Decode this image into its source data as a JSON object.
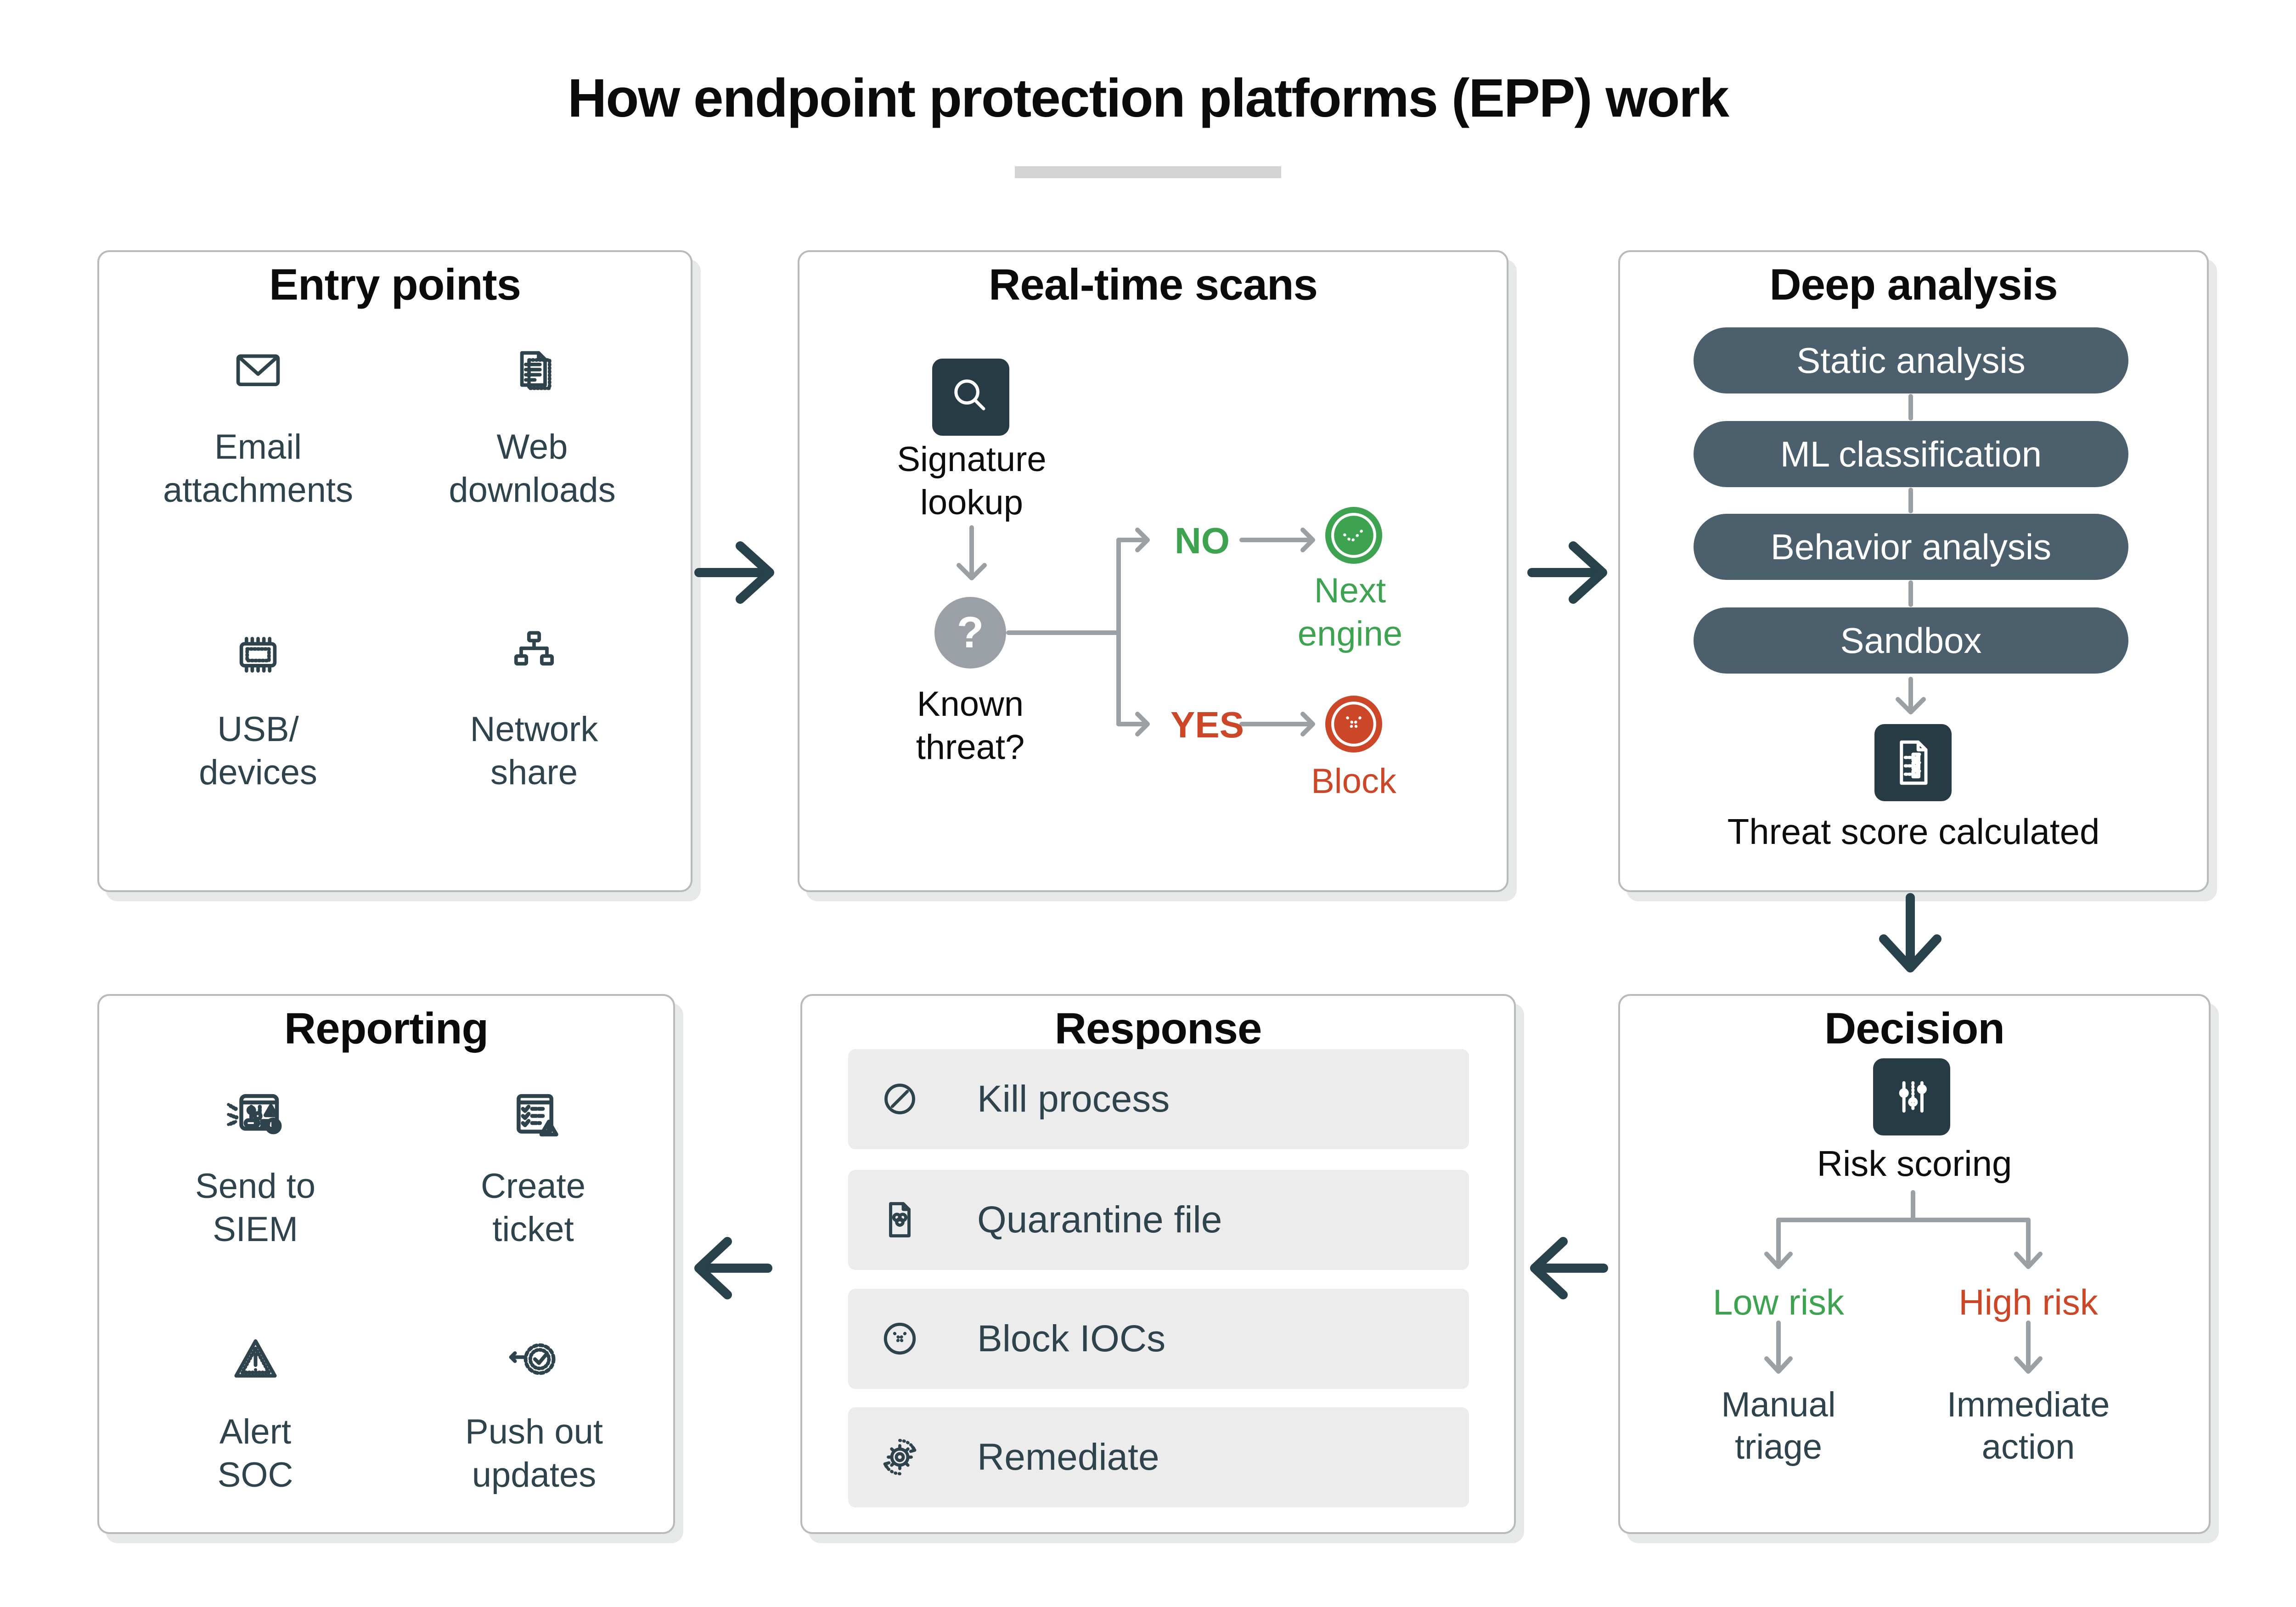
{
  "title": "How endpoint protection platforms (EPP) work",
  "colors": {
    "green": "#3da351",
    "red": "#cb4727",
    "slate_text": "#2e434b",
    "pill_bg": "#4b606c",
    "dark_square_bg": "#263b43",
    "gray_connector": "#9aa0a4",
    "panel_border": "#b7bbbe",
    "row_bg": "#ececec"
  },
  "entry_points": {
    "title": "Entry points",
    "items": [
      {
        "icon": "email-icon",
        "label": "Email attachments"
      },
      {
        "icon": "web-download-icon",
        "label": "Web downloads"
      },
      {
        "icon": "usb-chip-icon",
        "label": "USB/ devices"
      },
      {
        "icon": "network-share-icon",
        "label": "Network share"
      }
    ]
  },
  "real_time_scans": {
    "title": "Real-time scans",
    "signature_label": "Signature lookup",
    "question_mark": "?",
    "known_threat_label": "Known threat?",
    "no_label": "NO",
    "yes_label": "YES",
    "next_engine_label": "Next engine",
    "block_label": "Block"
  },
  "deep_analysis": {
    "title": "Deep analysis",
    "pills": [
      {
        "label": "Static analysis"
      },
      {
        "label": "ML classification"
      },
      {
        "label": "Behavior analysis"
      },
      {
        "label": "Sandbox"
      }
    ],
    "result_label": "Threat score calculated"
  },
  "reporting": {
    "title": "Reporting",
    "items": [
      {
        "icon": "send-to-siem-icon",
        "label": "Send to SIEM"
      },
      {
        "icon": "create-ticket-icon",
        "label": "Create ticket"
      },
      {
        "icon": "alert-soc-icon",
        "label": "Alert SOC"
      },
      {
        "icon": "push-updates-icon",
        "label": "Push out updates"
      }
    ]
  },
  "response": {
    "title": "Response",
    "items": [
      {
        "icon": "kill-process-icon",
        "label": "Kill process"
      },
      {
        "icon": "quarantine-file-icon",
        "label": "Quarantine file"
      },
      {
        "icon": "block-iocs-icon",
        "label": "Block IOCs"
      },
      {
        "icon": "remediate-icon",
        "label": "Remediate"
      }
    ]
  },
  "decision": {
    "title": "Decision",
    "risk_scoring_label": "Risk scoring",
    "low_risk_label": "Low risk",
    "high_risk_label": "High risk",
    "manual_triage_label": "Manual triage",
    "immediate_action_label": "Immediate action"
  }
}
